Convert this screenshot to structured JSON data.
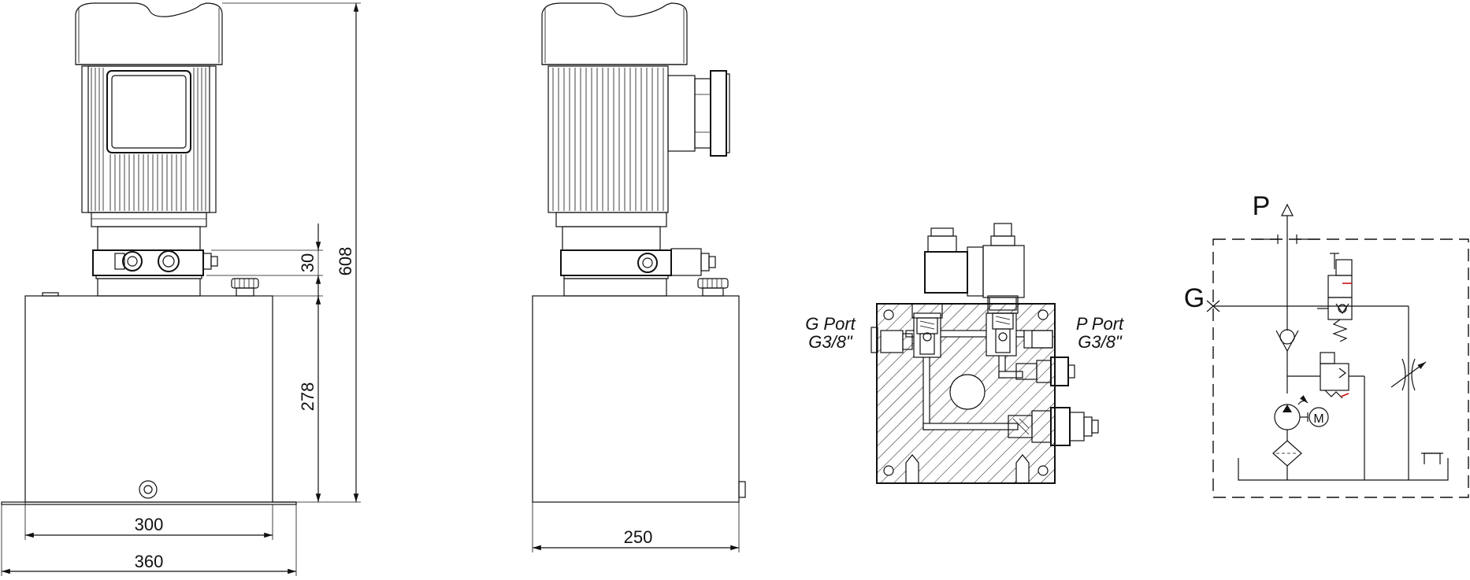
{
  "dimensions": {
    "flange_height": "30",
    "tank_height": "278",
    "overall_height": "608",
    "tank_width": "300",
    "base_width": "360",
    "side_depth": "250"
  },
  "ports": {
    "g_port_name": "G Port",
    "g_port_thread": "G3/8\"",
    "p_port_name": "P Port",
    "p_port_thread": "G3/8\""
  },
  "schematic": {
    "pressure_label": "P",
    "gauge_label": "G",
    "motor_label": "M"
  }
}
